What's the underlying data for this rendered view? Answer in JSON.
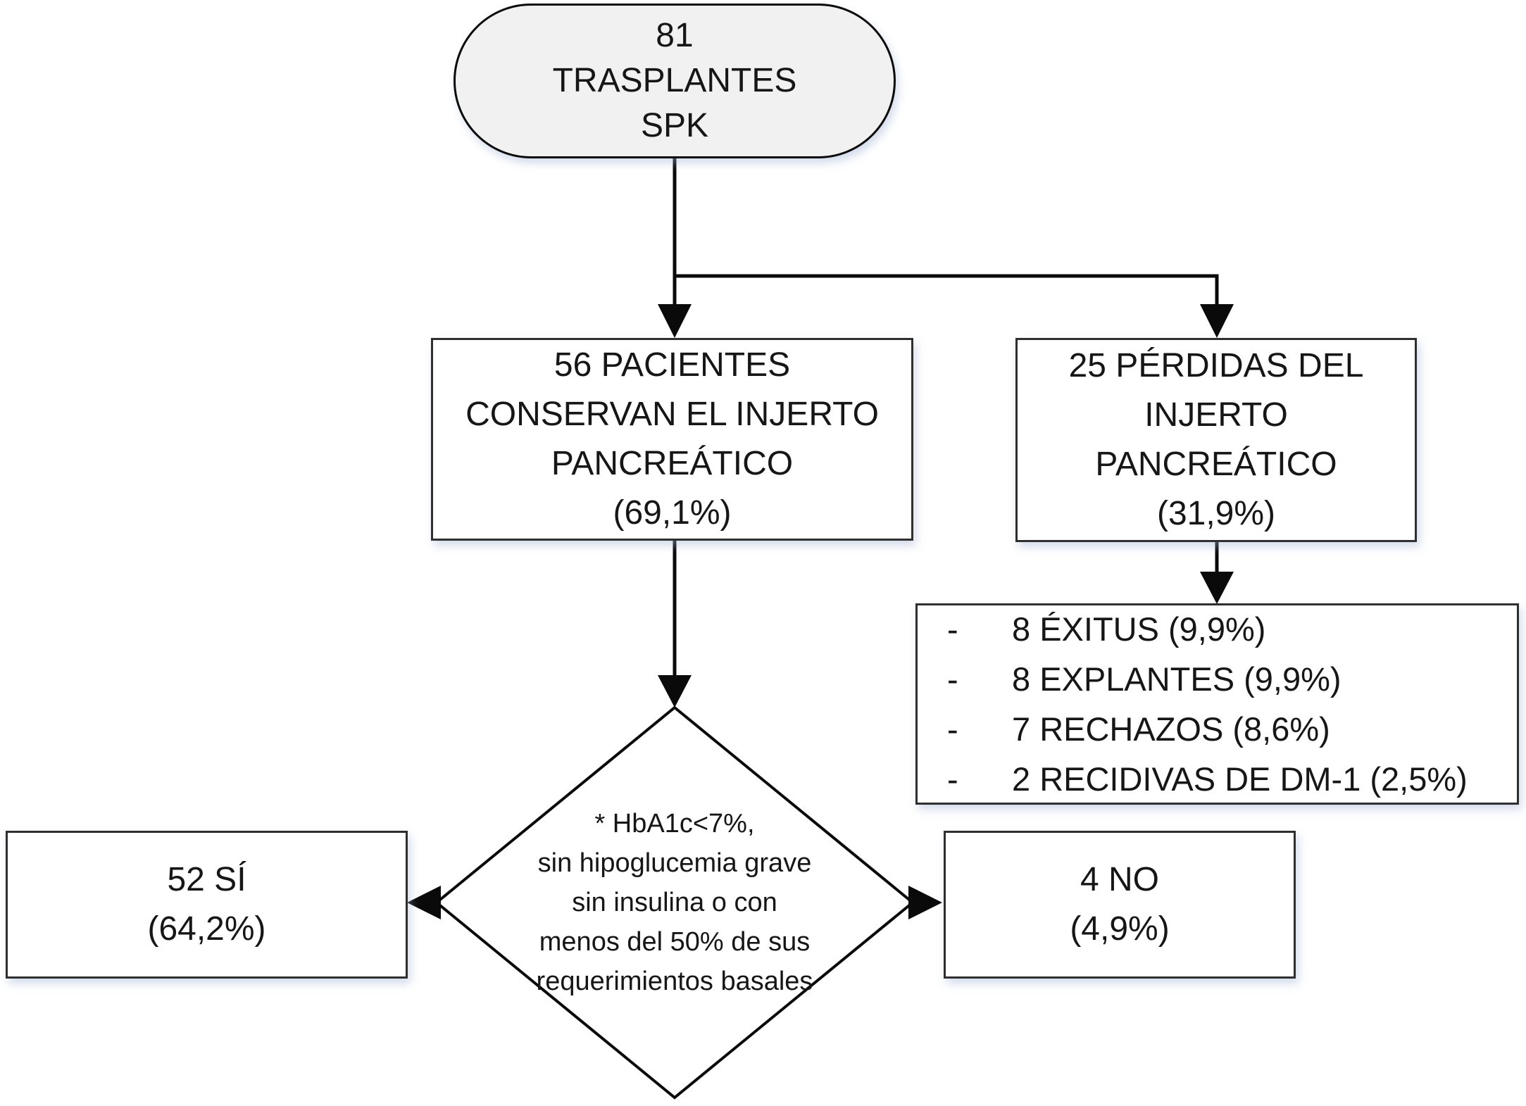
{
  "colors": {
    "stadium-fill": "#f1f1f1",
    "line": "#0a0a0a",
    "border": "#2f2f2f",
    "text": "#161616"
  },
  "nodes": {
    "root": {
      "lines": [
        "81",
        "TRASPLANTES",
        "SPK"
      ]
    },
    "kept": {
      "lines": [
        "56 PACIENTES",
        "CONSERVAN EL INJERTO",
        "PANCREÁTICO",
        "(69,1%)"
      ]
    },
    "lost": {
      "lines": [
        "25 PÉRDIDAS DEL",
        "INJERTO",
        "PANCREÁTICO",
        "(31,9%)"
      ]
    },
    "causes": {
      "bullet": "-",
      "items": [
        "8 ÉXITUS (9,9%)",
        "8 EXPLANTES (9,9%)",
        "7 RECHAZOS (8,6%)",
        "2 RECIDIVAS DE DM-1 (2,5%)"
      ]
    },
    "criteria": {
      "lines": [
        "* HbA1c<7%,",
        "sin hipoglucemia grave",
        "sin insulina o con",
        "menos del 50% de sus",
        "requerimientos basales"
      ]
    },
    "yes": {
      "lines": [
        "52 SÍ",
        "(64,2%)"
      ]
    },
    "no": {
      "lines": [
        "4 NO",
        "(4,9%)"
      ]
    }
  }
}
